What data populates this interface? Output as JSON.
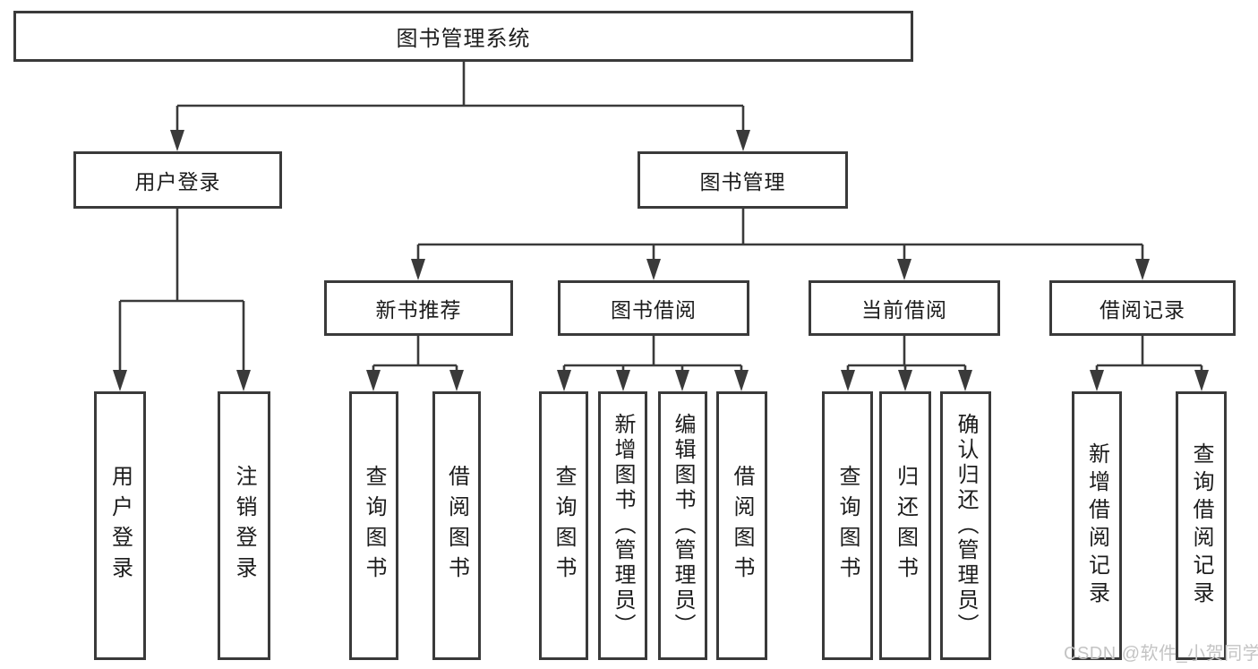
{
  "diagram": {
    "title": "图书管理系统",
    "tree": {
      "label": "图书管理系统",
      "children": [
        {
          "label": "用户登录",
          "children": [
            {
              "label": "用户登录"
            },
            {
              "label": "注销登录"
            }
          ]
        },
        {
          "label": "图书管理",
          "children": [
            {
              "label": "新书推荐",
              "children": [
                {
                  "label": "查询图书"
                },
                {
                  "label": "借阅图书"
                }
              ]
            },
            {
              "label": "图书借阅",
              "children": [
                {
                  "label": "查询图书"
                },
                {
                  "label": "新增图书（管理员）"
                },
                {
                  "label": "编辑图书（管理员）"
                },
                {
                  "label": "借阅图书"
                }
              ]
            },
            {
              "label": "当前借阅",
              "children": [
                {
                  "label": "查询图书"
                },
                {
                  "label": "归还图书"
                },
                {
                  "label": "确认归还（管理员）"
                }
              ]
            },
            {
              "label": "借阅记录",
              "children": [
                {
                  "label": "新增借阅记录"
                },
                {
                  "label": "查询借阅记录"
                }
              ]
            }
          ]
        }
      ]
    }
  },
  "watermark": {
    "text": "CSDN @软件_小贺同学"
  },
  "colors": {
    "line": "#3a3a3a",
    "text": "#1c1c1c",
    "watermark": "#c4c4c4",
    "background": "#ffffff"
  }
}
